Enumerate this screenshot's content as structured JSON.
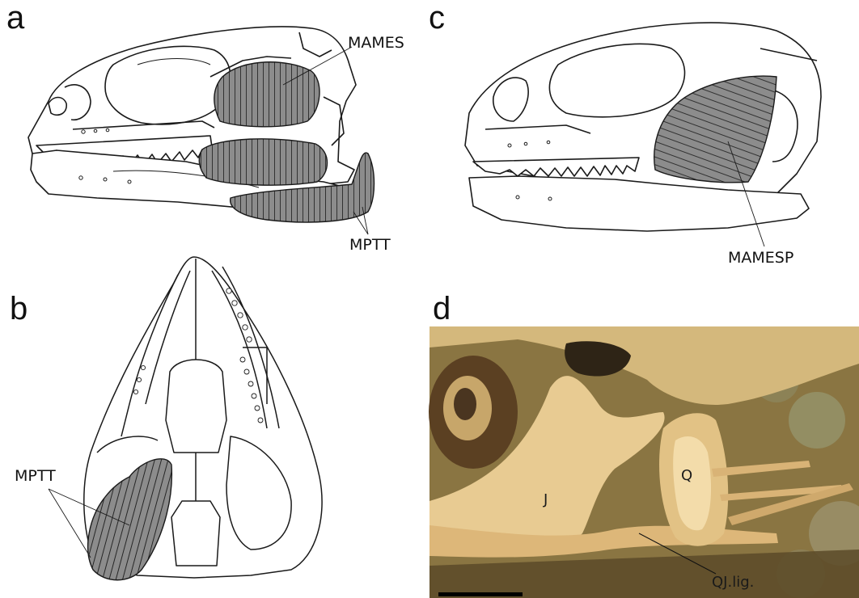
{
  "figure": {
    "panels": {
      "a": {
        "letter": "a",
        "labels": {
          "mames": "MAMES",
          "mptt": "MPTT"
        }
      },
      "b": {
        "letter": "b",
        "labels": {
          "mptt": "MPTT"
        }
      },
      "c": {
        "letter": "c",
        "labels": {
          "mamesp": "MAMESP"
        }
      },
      "d": {
        "letter": "d",
        "labels": {
          "j": "J",
          "q": "Q",
          "qj_lig": "QJ.lig."
        }
      }
    },
    "colors": {
      "line": "#1a1a1a",
      "muscle_fill": "#8c8c8c",
      "bone_fill": "#ffffff",
      "photo_background": "#6b5a2c",
      "bone_photo": "#e6c790",
      "scale_bar": "#000000"
    }
  }
}
